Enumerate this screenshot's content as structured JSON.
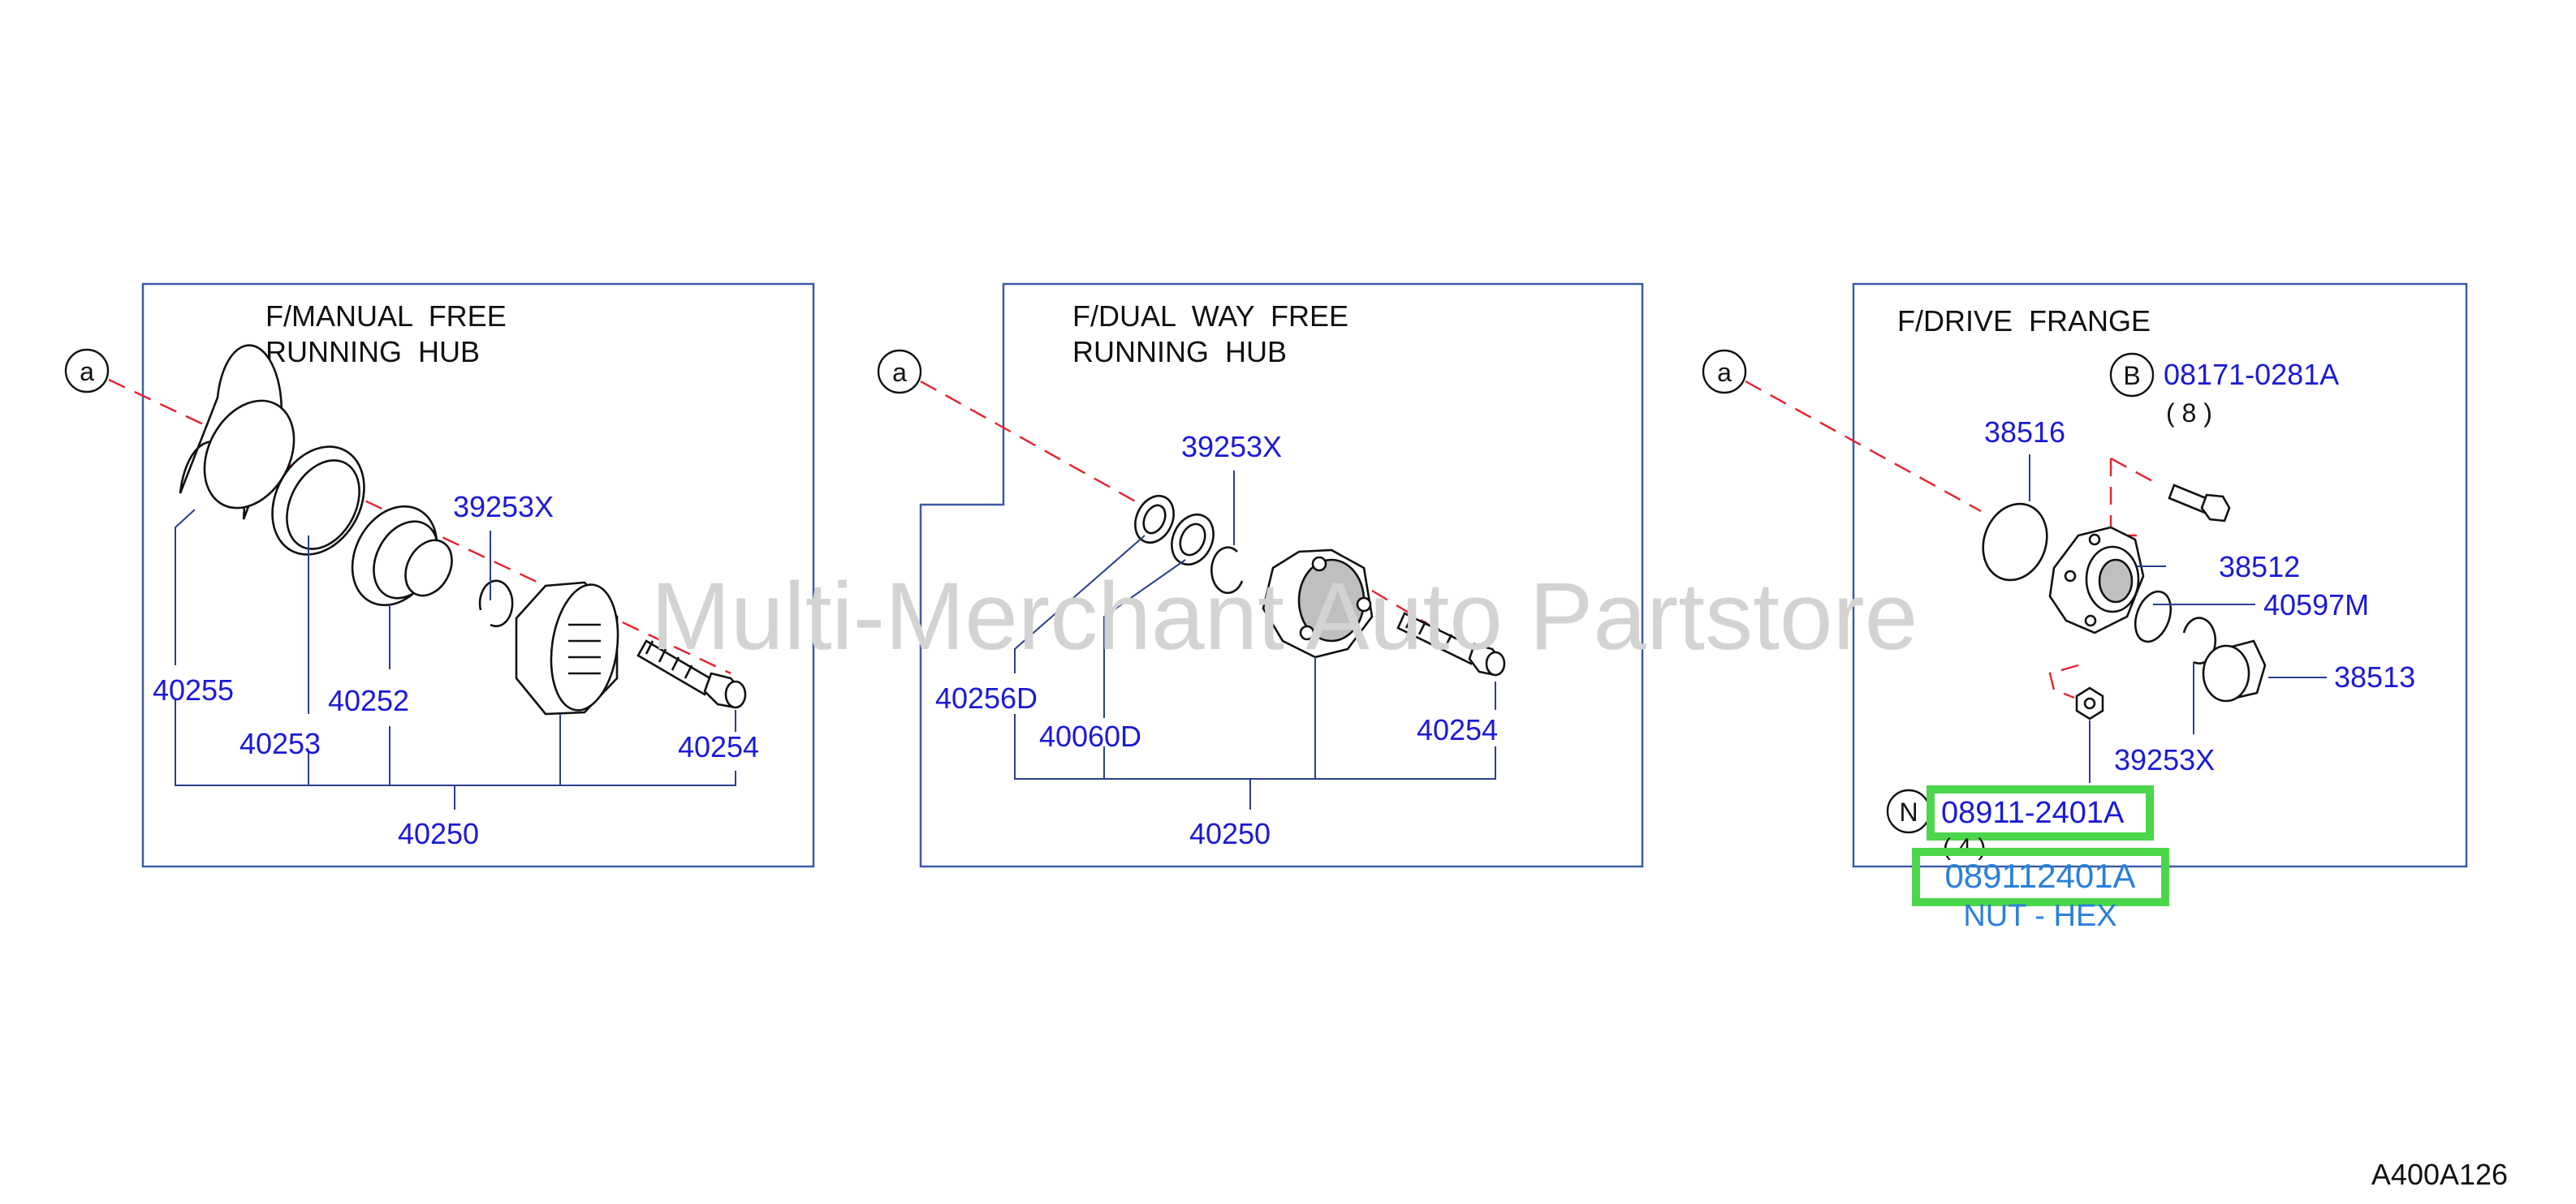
{
  "panels": {
    "left": {
      "title_line1": "F/MANUAL  FREE",
      "title_line2": "RUNNING  HUB",
      "ref_marker": "a",
      "parts": {
        "p39253x": "39253X",
        "p40255": "40255",
        "p40253": "40253",
        "p40252": "40252",
        "p40254": "40254",
        "p40250": "40250"
      }
    },
    "middle": {
      "title_line1": "F/DUAL  WAY  FREE",
      "title_line2": "RUNNING  HUB",
      "ref_marker": "a",
      "parts": {
        "p39253x": "39253X",
        "p40256d": "40256D",
        "p40060d": "40060D",
        "p40254": "40254",
        "p40250": "40250"
      }
    },
    "right": {
      "title": "F/DRIVE  FRANGE",
      "ref_marker": "a",
      "bolt_marker": "B",
      "bolt_part": "08171-0281A",
      "bolt_qty": "( 8 )",
      "parts": {
        "p38516": "38516",
        "p38512": "38512",
        "p40597m": "40597M",
        "p38513": "38513",
        "p39253x": "39253X"
      },
      "nut_marker": "N",
      "nut_part": "08911-2401A",
      "nut_qty": "( 4 )",
      "highlight_part": "089112401A",
      "highlight_desc": "NUT - HEX"
    }
  },
  "watermark": "Multi-Merchant Auto Partstore",
  "diagram_code": "A400A126",
  "colors": {
    "part_number": "#1a1ad6",
    "highlight": "#4cd64c",
    "guide_dashed": "#e4212c",
    "frame": "#3b5ba8"
  }
}
